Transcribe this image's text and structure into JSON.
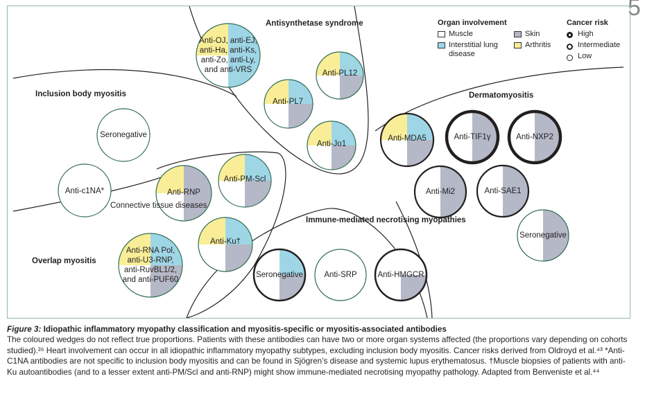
{
  "page_number": "5",
  "regions": {
    "antisynthetase": "Antisynthetase\nsyndrome",
    "inclusion": "Inclusion body\nmyositis",
    "dermatomyositis": "Dermatomyositis",
    "ctd": "Connective\ntissue diseases",
    "overlap": "Overlap myositis",
    "imnm": "Immune-mediated\nnecrotising myopathies"
  },
  "legend": {
    "organ_title": "Organ involvement",
    "muscle": "Muscle",
    "skin": "Skin",
    "ild": "Interstitial lung\ndisease",
    "arthritis": "Arthritis",
    "risk_title": "Cancer risk",
    "high": "High",
    "intermediate": "Intermediate",
    "low": "Low"
  },
  "colors": {
    "muscle": "#ffffff",
    "skin": "#b5b8c6",
    "ild": "#9fd6e6",
    "arthritis": "#f9ee97",
    "border": "#8fb9a8",
    "circle_outline": "#2e6b53"
  },
  "circles": {
    "anti_oj": "Anti-OJ, anti-EJ,\nanti-Ha, anti-Ks,\nanti-Zo, anti-Ly,\nand anti-VRS",
    "anti_pl12": "Anti-PL12",
    "anti_pl7": "Anti-PL7",
    "anti_jo1": "Anti-Jo1",
    "seroneg_ibm": "Seronegative",
    "anti_c1na": "Anti-c1NA*",
    "anti_rnp": "Anti-RNP",
    "anti_pmscl": "Anti-PM-Scl",
    "anti_ku": "Anti-Ku†",
    "anti_rnapol": "Anti-RNA Pol,\nanti-U3-RNP,\nanti-RuvBL1/2,\nand anti-PUF60",
    "anti_mda5": "Anti-MDA5",
    "anti_tif1": "Anti-TIF1γ",
    "anti_nxp2": "Anti-NXP2",
    "anti_mi2": "Anti-Mi2",
    "anti_sae1": "Anti-SAE1",
    "seroneg_dm": "Seronegative",
    "seroneg_imnm": "Seronegative",
    "anti_srp": "Anti-SRP",
    "anti_hmgcr": "Anti-HMGCR"
  },
  "caption": {
    "fig": "Figure 3:",
    "title": " Idiopathic inflammatory myopathy classification and myositis-specific or myositis-associated antibodies",
    "body": "The coloured wedges do not reflect true proportions. Patients with these antibodies can have two or more organ systems affected (the proportions vary depending on cohorts studied).²⁶ Heart involvement can occur in all idiopathic inflammatory myopathy subtypes, excluding inclusion body myositis. Cancer risks derived from Oldroyd et al.⁴³ *Anti-C1NA antibodies are not specific to inclusion body myositis and can be found in Sjögren’s disease and systemic lupus erythematosus. †Muscle biopsies of patients with anti-Ku autoantibodies (and to a lesser extent anti-PM/Scl and anti-RNP) might show immune-mediated necrotising myopathy pathology. Adapted from Benveniste et al.⁴⁴"
  }
}
